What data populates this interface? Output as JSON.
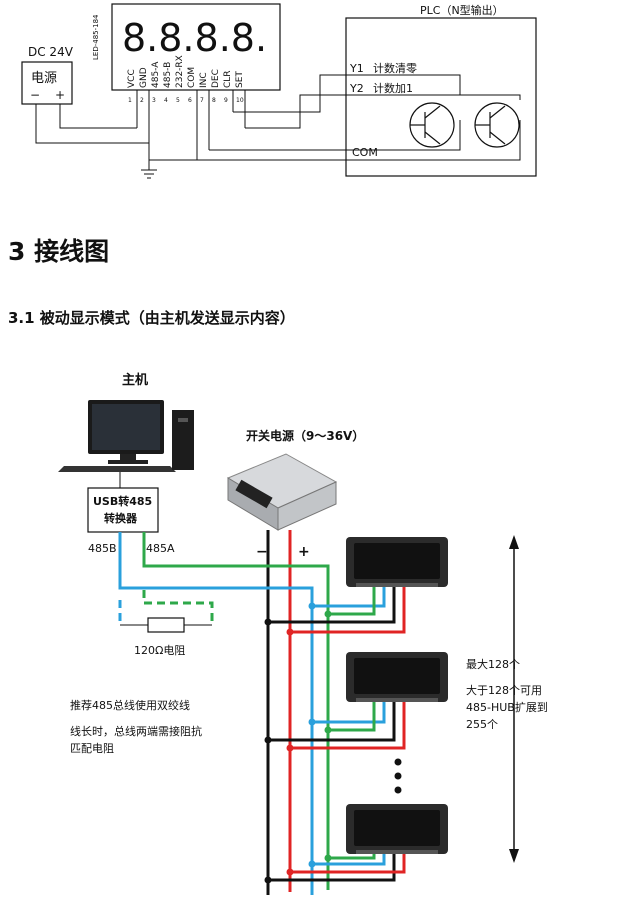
{
  "top_diagram": {
    "power": {
      "label": "DC 24V",
      "box_text": "电源",
      "minus": "−",
      "plus": "+"
    },
    "display": {
      "digits": "8.8.8.8.",
      "side_label": "LED-485-184"
    },
    "pins": [
      {
        "name": "VCC",
        "num": "1"
      },
      {
        "name": "GND",
        "num": "2"
      },
      {
        "name": "485-A",
        "num": "3"
      },
      {
        "name": "485-B",
        "num": "4"
      },
      {
        "name": "232-RX",
        "num": "5"
      },
      {
        "name": "COM",
        "num": "6"
      },
      {
        "name": "INC",
        "num": "7"
      },
      {
        "name": "DEC",
        "num": "8"
      },
      {
        "name": "CLR",
        "num": "9"
      },
      {
        "name": "SET",
        "num": "10"
      }
    ],
    "plc": {
      "title": "PLC（N型输出）",
      "y1": "Y1",
      "y1_desc": "计数清零",
      "y2": "Y2",
      "y2_desc": "计数加1",
      "com": "COM"
    }
  },
  "section": {
    "title": "3 接线图",
    "subtitle": "3.1 被动显示模式（由主机发送显示内容）"
  },
  "wiring_diagram": {
    "host_label": "主机",
    "converter_line1": "USB转485",
    "converter_line2": "转换器",
    "label_485b": "485B",
    "label_485a": "485A",
    "resistor_label": "120Ω电阻",
    "psu_label": "开关电源（9～36V）",
    "psu_minus": "−",
    "psu_plus": "+",
    "note1": "推荐485总线使用双绞线",
    "note2_line1": "线长时，总线两端需接阻抗",
    "note2_line2": "匹配电阻",
    "max_text": "最大128个",
    "extend_line1": "大于128个可用",
    "extend_line2": "485-HUB扩展到",
    "extend_line3": "255个",
    "colors": {
      "blue": "#2aa0dc",
      "green": "#2ea84a",
      "red": "#e02424",
      "black": "#111111"
    }
  }
}
